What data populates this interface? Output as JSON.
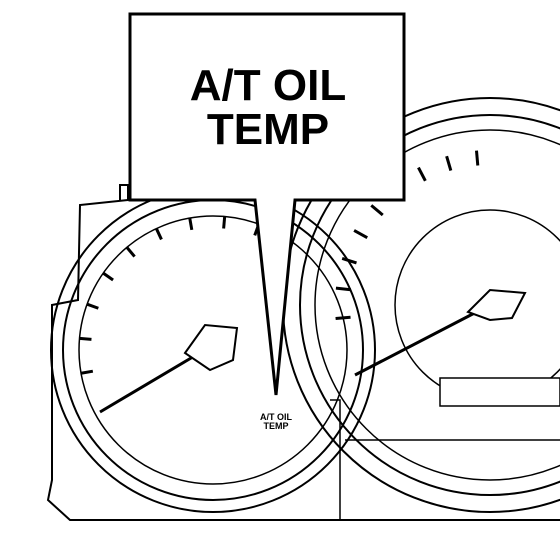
{
  "callout": {
    "line1": "A/T OIL",
    "line2": "TEMP"
  },
  "indicator": {
    "line1": "A/T OIL",
    "line2": "TEMP"
  },
  "colors": {
    "ink": "#000000",
    "background": "#ffffff"
  }
}
